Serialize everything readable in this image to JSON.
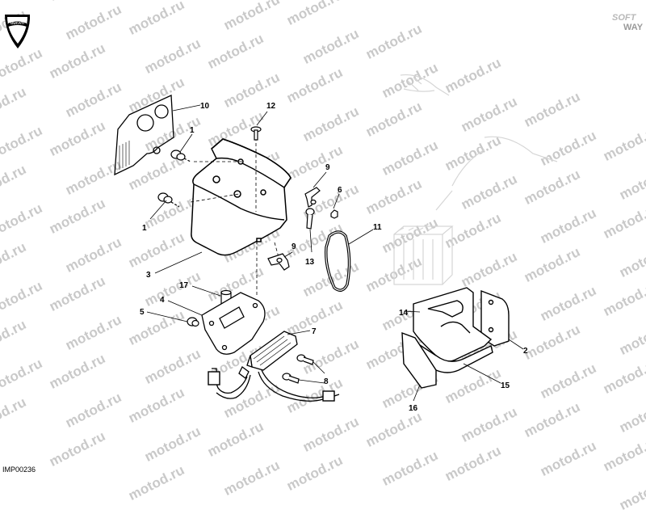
{
  "header": {
    "logo_text": "DUCATI",
    "brand_soft": "SOFT",
    "brand_way": "WAY"
  },
  "watermark_text": "motod.ru",
  "diagram_code": "IMP00236",
  "callouts": [
    "10",
    "12",
    "1",
    "1",
    "9",
    "6",
    "11",
    "3",
    "13",
    "9",
    "17",
    "4",
    "5",
    "7",
    "8",
    "14",
    "2",
    "15",
    "16"
  ],
  "colors": {
    "line": "#000000",
    "watermark": "#c9c9c9",
    "faded_art": "#d6d6d6"
  }
}
